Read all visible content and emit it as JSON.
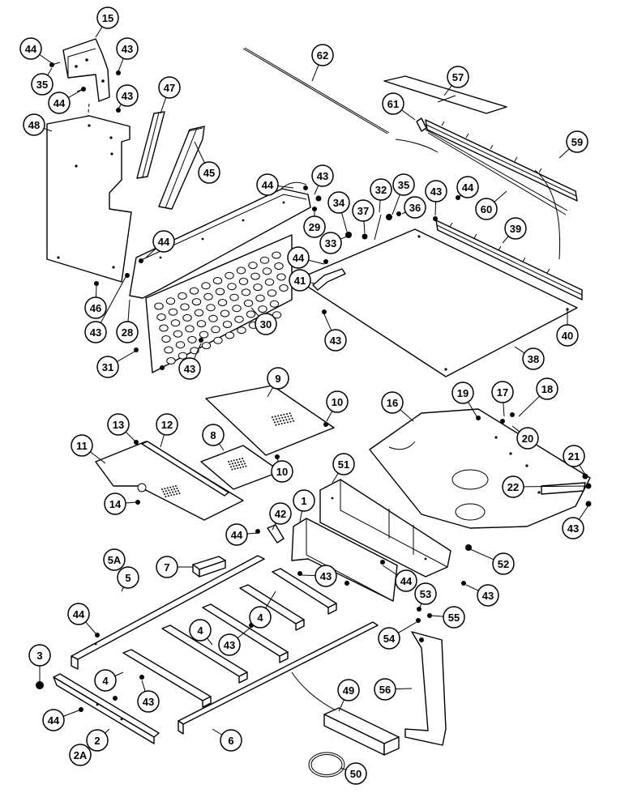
{
  "callouts": [
    {
      "id": "c15",
      "label": "15"
    },
    {
      "id": "c44a",
      "label": "44"
    },
    {
      "id": "c43a",
      "label": "43"
    },
    {
      "id": "c35a",
      "label": "35"
    },
    {
      "id": "c44b",
      "label": "44"
    },
    {
      "id": "c43b",
      "label": "43"
    },
    {
      "id": "c47",
      "label": "47"
    },
    {
      "id": "c48",
      "label": "48"
    },
    {
      "id": "c45",
      "label": "45"
    },
    {
      "id": "c62",
      "label": "62"
    },
    {
      "id": "c57",
      "label": "57"
    },
    {
      "id": "c61",
      "label": "61"
    },
    {
      "id": "c59",
      "label": "59"
    },
    {
      "id": "c44c",
      "label": "44"
    },
    {
      "id": "c43c",
      "label": "43"
    },
    {
      "id": "c29",
      "label": "29"
    },
    {
      "id": "c34",
      "label": "34"
    },
    {
      "id": "c33",
      "label": "33"
    },
    {
      "id": "c37",
      "label": "37"
    },
    {
      "id": "c32",
      "label": "32"
    },
    {
      "id": "c35b",
      "label": "35"
    },
    {
      "id": "c36",
      "label": "36"
    },
    {
      "id": "c43d",
      "label": "43"
    },
    {
      "id": "c44d",
      "label": "44"
    },
    {
      "id": "c60",
      "label": "60"
    },
    {
      "id": "c39",
      "label": "39"
    },
    {
      "id": "c44e",
      "label": "44"
    },
    {
      "id": "c44f",
      "label": "44"
    },
    {
      "id": "c41",
      "label": "41"
    },
    {
      "id": "c46",
      "label": "46"
    },
    {
      "id": "c43e",
      "label": "43"
    },
    {
      "id": "c28",
      "label": "28"
    },
    {
      "id": "c30",
      "label": "30"
    },
    {
      "id": "c43f",
      "label": "43"
    },
    {
      "id": "c40",
      "label": "40"
    },
    {
      "id": "c31",
      "label": "31"
    },
    {
      "id": "c43g",
      "label": "43"
    },
    {
      "id": "c38",
      "label": "38"
    },
    {
      "id": "c9",
      "label": "9"
    },
    {
      "id": "c10a",
      "label": "10"
    },
    {
      "id": "c16",
      "label": "16"
    },
    {
      "id": "c19",
      "label": "19"
    },
    {
      "id": "c17",
      "label": "17"
    },
    {
      "id": "c18",
      "label": "18"
    },
    {
      "id": "c20",
      "label": "20"
    },
    {
      "id": "c13",
      "label": "13"
    },
    {
      "id": "c12",
      "label": "12"
    },
    {
      "id": "c8",
      "label": "8"
    },
    {
      "id": "c11",
      "label": "11"
    },
    {
      "id": "c10b",
      "label": "10"
    },
    {
      "id": "c51",
      "label": "51"
    },
    {
      "id": "c21",
      "label": "21"
    },
    {
      "id": "c22",
      "label": "22"
    },
    {
      "id": "c14",
      "label": "14"
    },
    {
      "id": "c1",
      "label": "1"
    },
    {
      "id": "c42",
      "label": "42"
    },
    {
      "id": "c44g",
      "label": "44"
    },
    {
      "id": "c43h",
      "label": "43"
    },
    {
      "id": "c52",
      "label": "52"
    },
    {
      "id": "c7",
      "label": "7"
    },
    {
      "id": "c43i",
      "label": "43"
    },
    {
      "id": "c44h",
      "label": "44"
    },
    {
      "id": "c5A",
      "label": "5A"
    },
    {
      "id": "c5",
      "label": "5"
    },
    {
      "id": "c4a",
      "label": "4"
    },
    {
      "id": "c43j",
      "label": "43"
    },
    {
      "id": "c53",
      "label": "53"
    },
    {
      "id": "c44i",
      "label": "44"
    },
    {
      "id": "c55",
      "label": "55"
    },
    {
      "id": "c4b",
      "label": "4"
    },
    {
      "id": "c43k",
      "label": "43"
    },
    {
      "id": "c54",
      "label": "54"
    },
    {
      "id": "c3",
      "label": "3"
    },
    {
      "id": "c4c",
      "label": "4"
    },
    {
      "id": "c43l",
      "label": "43"
    },
    {
      "id": "c56",
      "label": "56"
    },
    {
      "id": "c49",
      "label": "49"
    },
    {
      "id": "c44j",
      "label": "44"
    },
    {
      "id": "c2",
      "label": "2"
    },
    {
      "id": "c2A",
      "label": "2A"
    },
    {
      "id": "c6",
      "label": "6"
    },
    {
      "id": "c50",
      "label": "50"
    }
  ]
}
